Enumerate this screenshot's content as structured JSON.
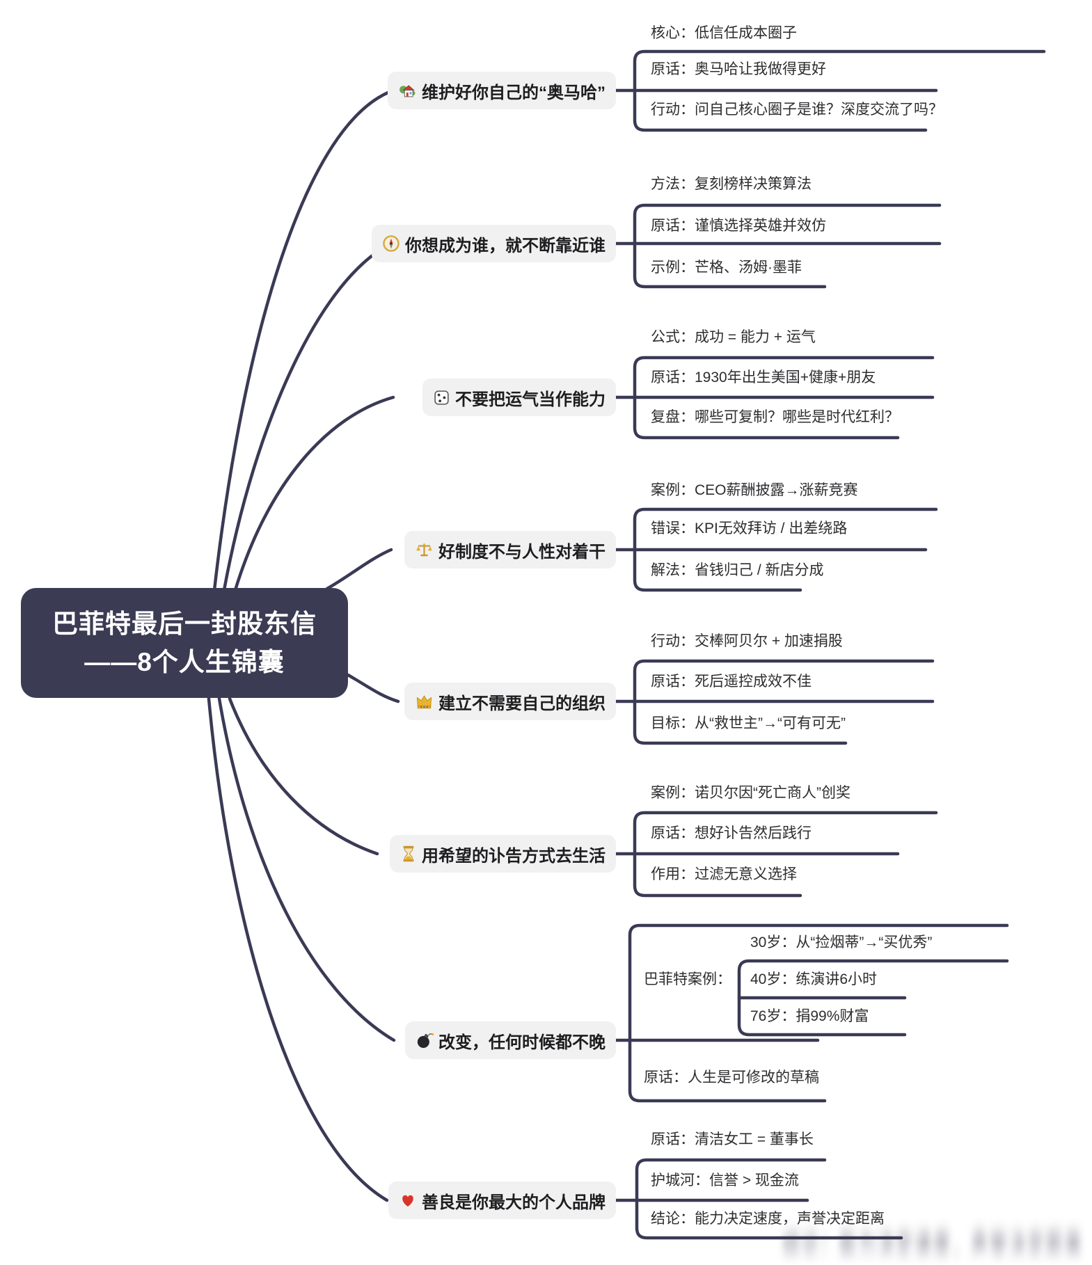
{
  "central": {
    "line1": "巴菲特最后一封股东信",
    "line2": "——8个人生锦囊"
  },
  "branches": [
    {
      "icon": "house-icon",
      "topic": "维护好你自己的“奥马哈”",
      "children": [
        "核心：低信任成本圈子",
        "原话：奥马哈让我做得更好",
        "行动：问自己核心圈子是谁？深度交流了吗？"
      ]
    },
    {
      "icon": "compass-icon",
      "topic": "你想成为谁，就不断靠近谁",
      "children": [
        "方法：复刻榜样决策算法",
        "原话：谨慎选择英雄并效仿",
        "示例：芒格、汤姆·墨菲"
      ]
    },
    {
      "icon": "dice-icon",
      "topic": "不要把运气当作能力",
      "children": [
        "公式：成功 = 能力 + 运气",
        "原话：1930年出生美国+健康+朋友",
        "复盘：哪些可复制？哪些是时代红利？"
      ]
    },
    {
      "icon": "scale-icon",
      "topic": "好制度不与人性对着干",
      "children": [
        "案例：CEO薪酬披露→涨薪竞赛",
        "错误：KPI无效拜访 / 出差绕路",
        "解法：省钱归己 / 新店分成"
      ]
    },
    {
      "icon": "crown-icon",
      "topic": "建立不需要自己的组织",
      "children": [
        "行动：交棒阿贝尔 + 加速捐股",
        "原话：死后遥控成效不佳",
        "目标：从“救世主”→“可有可无”"
      ]
    },
    {
      "icon": "hourglass-icon",
      "topic": "用希望的讣告方式去生活",
      "children": [
        "案例：诺贝尔因“死亡商人”创奖",
        "原话：想好讣告然后践行",
        "作用：过滤无意义选择"
      ]
    },
    {
      "icon": "bomb-icon",
      "topic": "改变，任何时候都不晚",
      "case_label": "巴菲特案例：",
      "case_items": [
        "30岁：从“捡烟蒂”→“买优秀”",
        "40岁：练演讲6小时",
        "76岁：捐99%财富"
      ],
      "children": [
        "原话：人生是可修改的草稿"
      ]
    },
    {
      "icon": "heart-icon",
      "topic": "善良是你最大的个人品牌",
      "children": [
        "原话：清洁女工 = 董事长",
        "护城河：信誉 > 现金流",
        "结论：能力决定速度，声誉决定距离"
      ]
    }
  ],
  "colors": {
    "line": "#3a3a55",
    "central_bg": "#3b3b54",
    "central_text": "#ffffff",
    "topic_bg": "#f1f1f2",
    "topic_text": "#1d1d1f",
    "child_text": "#2d2d30"
  }
}
